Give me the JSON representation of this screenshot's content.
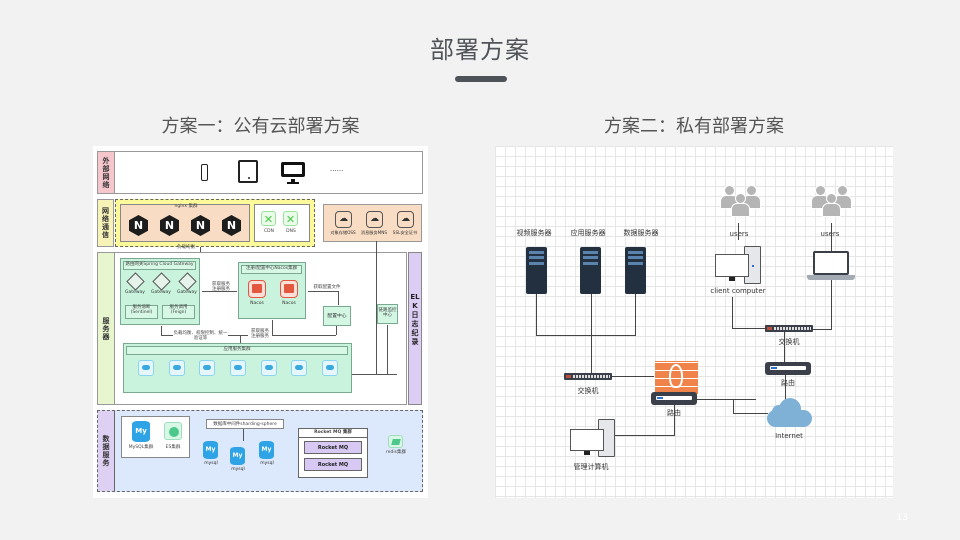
{
  "page": {
    "title": "部署方案",
    "page_number": "13"
  },
  "scheme1": {
    "heading": "方案一：公有云部署方案",
    "layers": {
      "external": "外部网络",
      "network": "网络通信",
      "server": "服务器",
      "data": "数据服务"
    },
    "external_devices": [
      "phone-icon",
      "tablet-icon",
      "desktop-monitor-icon"
    ],
    "external_more": "......",
    "nginx_cluster_label": "nginx 集群",
    "nginx_count": 4,
    "nginx_glyph": "N",
    "cdn_label": "CDN",
    "dns_label": "DNS",
    "cloud_services": [
      "对象存储OSS",
      "消息服务MNS",
      "SSL安全证书"
    ],
    "gateway_box_title": "路由网关Spring Cloud Gateway",
    "gateway_label": "Gateway",
    "gateway_items": [
      "Gateway",
      "Gateway",
      "Gateway"
    ],
    "sentinel_label": "服务熔断\n(Sentinel)",
    "feign_label": "服务调用\n(Feign)",
    "nacos_box_title": "注册/配置中心Nacos集群",
    "nacos_items": [
      "Nacos",
      "Nacos"
    ],
    "config_center": "配置中心",
    "monitor_center": "链路监控中心",
    "app_cluster_title": "应用服务集群",
    "app_nodes": 7,
    "arrow_gw_nacos": "获取服务\n注册服务",
    "arrow_nacos_config": "获取配置文件",
    "arrow_bottom_left": "负载均衡、权限控制、统一验证等",
    "arrow_bottom_mid": "获取服务\n注册服务",
    "arrow_nginx": "负载均衡",
    "elk_label": "ELK日志纪录",
    "mysql_cluster": "MySQL集群",
    "es_cluster": "ES集群",
    "sharding_label": "数据库中间件sharding-sphere",
    "mysql_nodes": [
      "mysql",
      "mysql",
      "mysql"
    ],
    "rocketmq_cluster_title": "Rocket MQ 集群",
    "rocketmq_nodes": [
      "Rocket MQ",
      "Rocket MQ"
    ],
    "redis_cluster": "redis集群"
  },
  "scheme2": {
    "heading": "方案二：私有部署方案",
    "servers": [
      "视频服务器",
      "应用服务器",
      "数据服务器"
    ],
    "users_left": "users",
    "users_right": "users",
    "client_computer": "client computer",
    "switch_left": "交换机",
    "switch_right": "交换机",
    "router_left": "路由",
    "router_right": "路由",
    "admin_computer": "管理计算机",
    "internet": "Internet"
  },
  "colors": {
    "firewall": "#f0834a",
    "cloud": "#7fb0d6",
    "server_body": "#23303f",
    "nacos_red": "#e4573f",
    "elk_purple": "#dccdf5",
    "data_blue": "#dce8fb"
  }
}
